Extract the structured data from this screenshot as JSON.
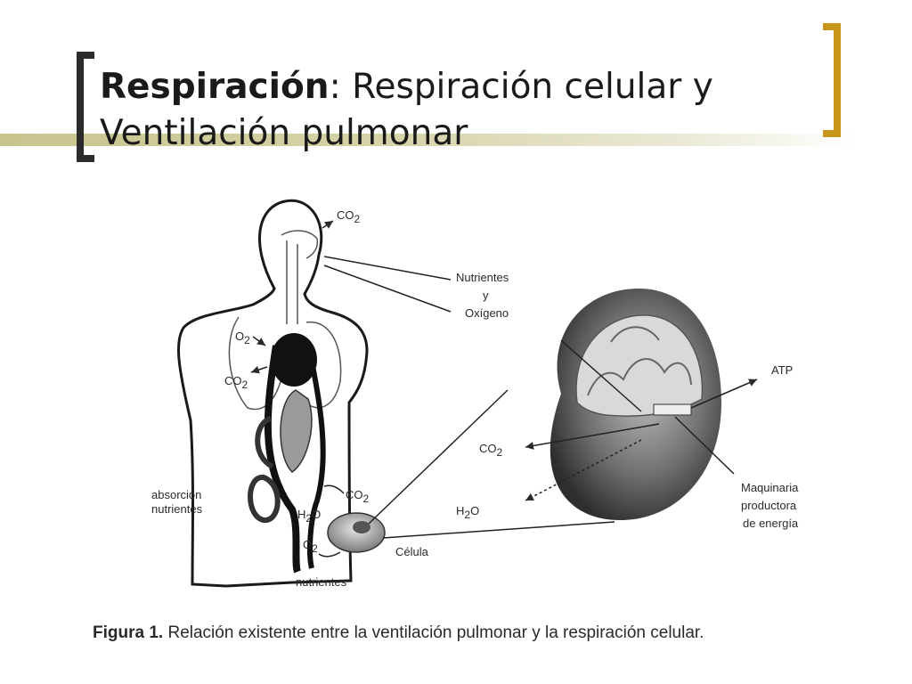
{
  "slide": {
    "title_bold": "Respiración",
    "title_rest": ": Respiración celular y",
    "title_line2": "Ventilación pulmonar"
  },
  "figure": {
    "labels": {
      "co2": "CO",
      "o2": "O",
      "h2o_h": "H",
      "h2o_o": "O",
      "sub2": "2",
      "nutrientes_y_oxigeno": [
        "Nutrientes",
        "y",
        "Oxígeno"
      ],
      "atp": "ATP",
      "absorcion": [
        "absorción",
        "nutrientes"
      ],
      "celula": "Célula",
      "nutrientes": "nutrientes",
      "maquinaria": [
        "Maquinaria",
        "productora",
        "de energía"
      ]
    }
  },
  "caption": {
    "label": "Figura 1.",
    "text": " Relación existente entre la ventilación pulmonar y la respiración celular."
  },
  "colors": {
    "accent_gold": "#c8961a",
    "bracket_dark": "#2b2b2b",
    "bar_olive": "#c8c48e"
  }
}
